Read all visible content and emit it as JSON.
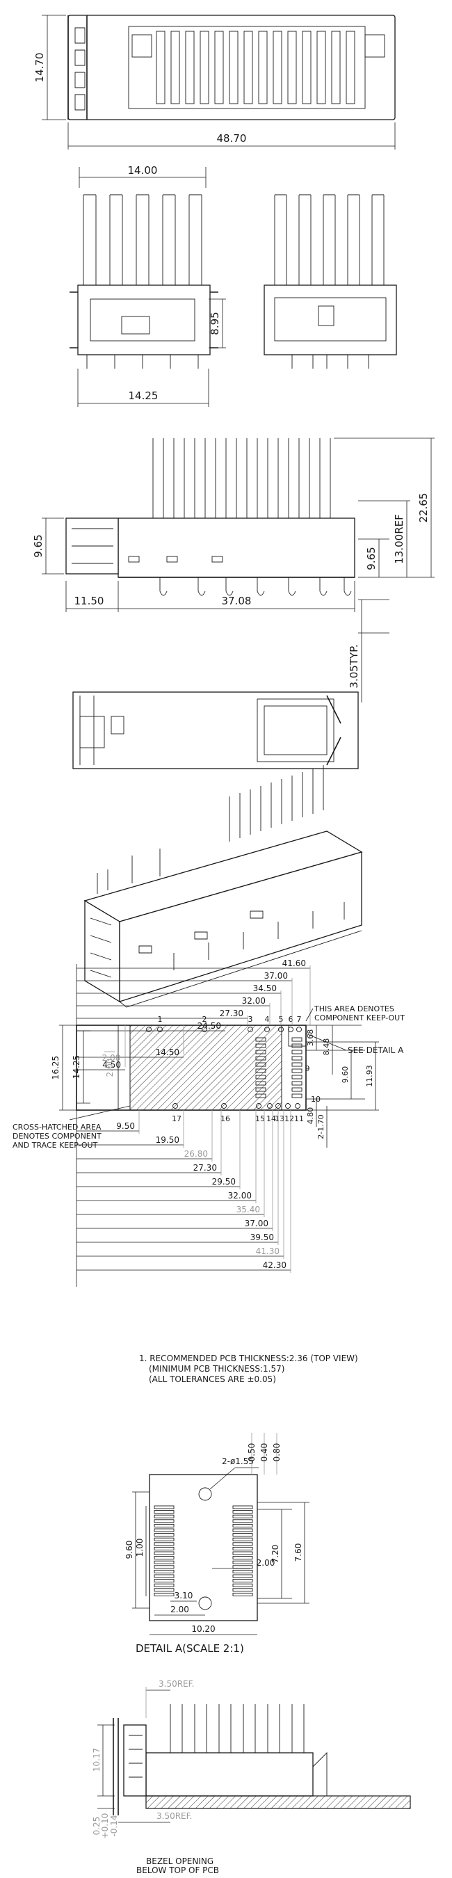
{
  "top_view": {
    "height_dim": "14.70",
    "length_dim": "48.70"
  },
  "end_views": {
    "top_width": "14.00",
    "bottom_width": "14.25",
    "height": "8.95"
  },
  "side_view": {
    "left_height": "9.65",
    "right_height": "9.65",
    "ref_height": "13.00REF",
    "total_height": "22.65",
    "front_offset": "11.50",
    "body_length": "37.08",
    "pin_depth": "3.05TYP."
  },
  "pcb_layout": {
    "top_dims": [
      "41.60",
      "37.00",
      "34.50",
      "32.00",
      "27.30",
      "24.50",
      "14.50",
      "4.50"
    ],
    "top_dim_gray": "2.00",
    "bottom_dims": [
      "9.50",
      "19.50",
      "26.80",
      "27.30",
      "29.50",
      "32.00",
      "35.40",
      "37.00",
      "39.50",
      "41.30",
      "42.30"
    ],
    "bottom_gray_indices": [
      2,
      6,
      9
    ],
    "left_dims": [
      "16.25",
      "14.25",
      "2.00"
    ],
    "right_dims": [
      "3.68",
      "8.48",
      "9.60",
      "11.93",
      "4.80",
      "2-1.70"
    ],
    "top_pins": [
      "1",
      "2",
      "3",
      "4",
      "5",
      "6",
      "7"
    ],
    "bottom_pins": [
      "17",
      "16",
      "15",
      "14",
      "13",
      "12",
      "11"
    ],
    "pin_ten": "10",
    "pin_nine": "9",
    "keepout_note": [
      "THIS AREA DENOTES",
      "COMPONENT KEEP-OUT"
    ],
    "detail_callout": "SEE DETAIL A",
    "crosshatch_note": [
      "CROSS-HATCHED AREA",
      "DENOTES COMPONENT",
      "AND TRACE KEEP-OUT"
    ]
  },
  "notes": [
    "1. RECOMMENDED PCB THICKNESS:2.36 (TOP VIEW)",
    "(MINIMUM PCB THICKNESS:1.57)",
    "(ALL TOLERANCES ARE ±0.05)"
  ],
  "detail_a": {
    "hole_callout": "2-ø1.55",
    "pitch_dims": [
      "0.50",
      "0.40",
      "0.80"
    ],
    "left_dims": [
      "9.60",
      "1.00"
    ],
    "right_dims": [
      "7.20",
      "7.60"
    ],
    "mid_dim": "2.00",
    "bottom_dims": [
      "3.10",
      "2.00",
      "10.20"
    ],
    "title": "DETAIL A(SCALE 2:1)"
  },
  "bezel_view": {
    "top_ref": "3.50REF.",
    "bottom_ref": "3.50REF.",
    "height": "10.17",
    "tol": "+0.10",
    "tol_base": "0.25",
    "tol_minus": "-0.14",
    "note": [
      "BEZEL OPENING",
      "BELOW TOP OF PCB"
    ]
  }
}
